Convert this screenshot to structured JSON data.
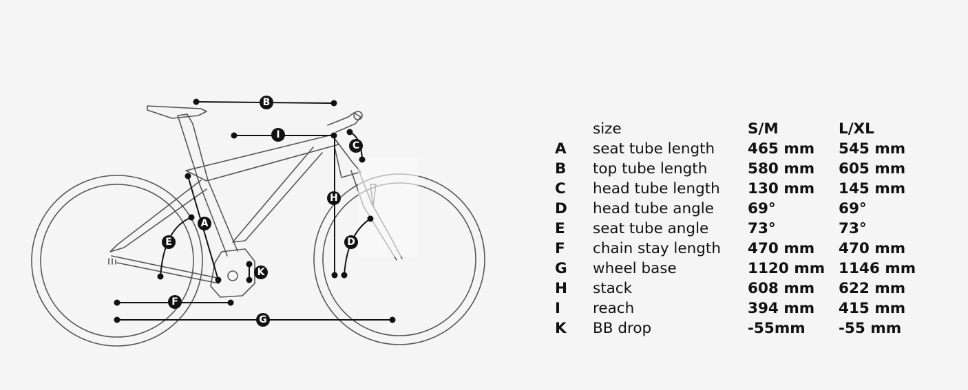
{
  "diagram": {
    "callouts": [
      "A",
      "B",
      "C",
      "D",
      "E",
      "F",
      "G",
      "H",
      "I",
      "K"
    ]
  },
  "table": {
    "header": {
      "label": "size",
      "sizes": [
        "S/M",
        "L/XL"
      ]
    },
    "rows": [
      {
        "letter": "A",
        "name": "seat tube length",
        "sm": "465 mm",
        "lxl": "545 mm"
      },
      {
        "letter": "B",
        "name": "top tube length",
        "sm": "580 mm",
        "lxl": "605 mm"
      },
      {
        "letter": "C",
        "name": "head tube length",
        "sm": "130 mm",
        "lxl": "145 mm"
      },
      {
        "letter": "D",
        "name": "head tube angle",
        "sm": "69°",
        "lxl": "69°"
      },
      {
        "letter": "E",
        "name": "seat tube angle",
        "sm": "73°",
        "lxl": "73°"
      },
      {
        "letter": "F",
        "name": "chain stay length",
        "sm": "470 mm",
        "lxl": "470 mm"
      },
      {
        "letter": "G",
        "name": "wheel base",
        "sm": "1120 mm",
        "lxl": "1146 mm"
      },
      {
        "letter": "H",
        "name": "stack",
        "sm": "608 mm",
        "lxl": "622 mm"
      },
      {
        "letter": "I",
        "name": "reach",
        "sm": "394 mm",
        "lxl": "415 mm"
      },
      {
        "letter": "K",
        "name": "BB drop",
        "sm": "-55mm",
        "lxl": "-55 mm"
      }
    ]
  }
}
